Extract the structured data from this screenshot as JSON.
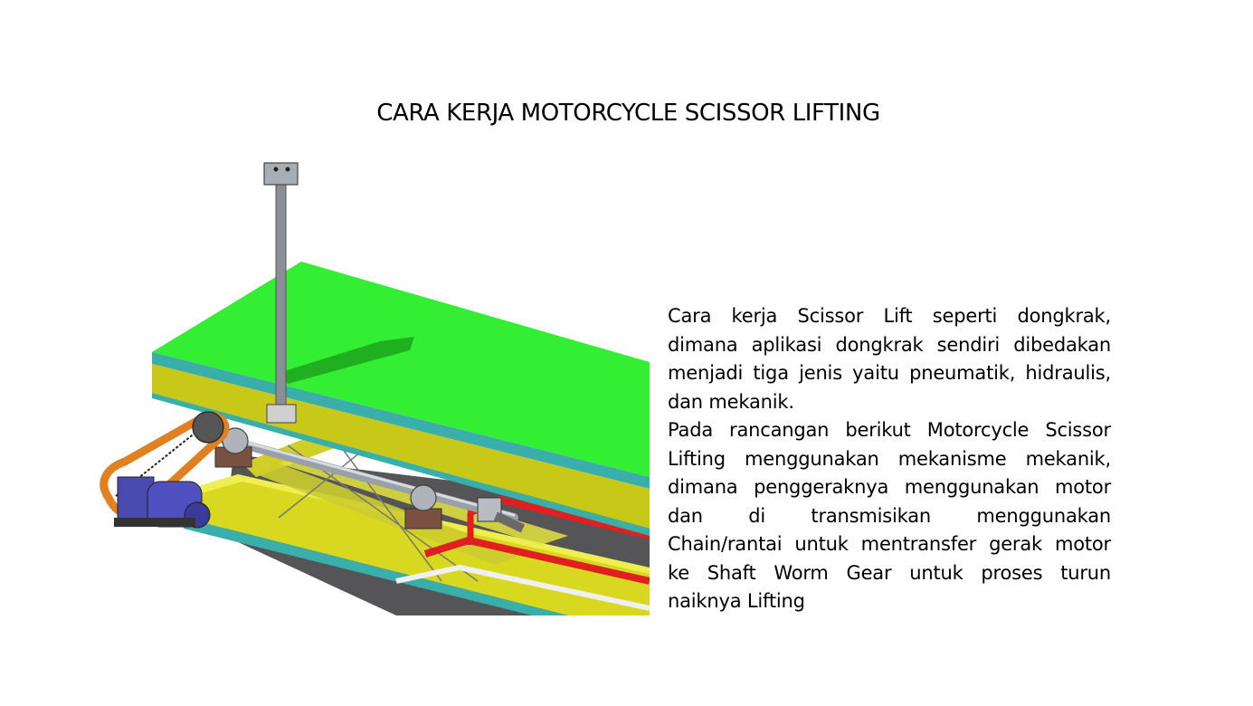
{
  "slide": {
    "title": "CARA KERJA MOTORCYCLE SCISSOR LIFTING",
    "paragraphs": [
      "Cara kerja Scissor Lift seperti dongkrak, dimana aplikasi dongkrak sendiri dibedakan menjadi tiga jenis yaitu pneumatik, hidraulis, dan mekanik.",
      "Pada rancangan berikut Motorcycle Scissor Lifting menggunakan mekanisme mekanik, dimana penggeraknya menggunakan motor dan di transmisikan menggunakan Chain/rantai untuk mentransfer gerak motor ke Shaft Worm Gear untuk proses turun naiknya Lifting"
    ]
  },
  "figure": {
    "colors": {
      "platform_top": "#33ee33",
      "platform_teal": "#3aaea8",
      "frame_yellow": "#d8d820",
      "motor_blue": "#4a4ab0",
      "chain_orange": "#e08020",
      "pipe_red": "#e02020",
      "shaft_gray": "#9aa0a8"
    }
  }
}
